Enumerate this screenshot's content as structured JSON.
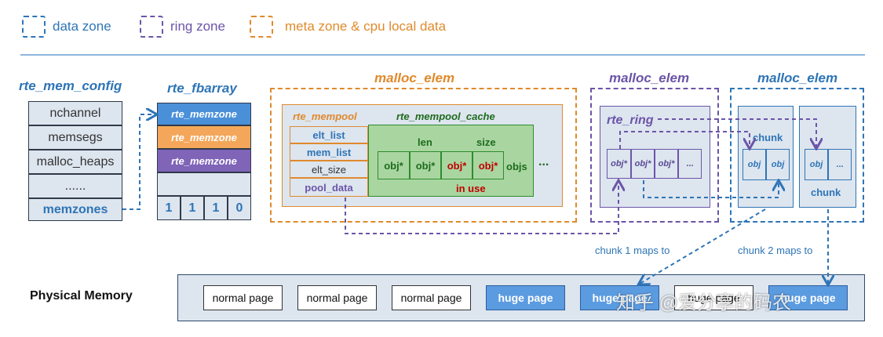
{
  "legend": [
    {
      "label": "data zone",
      "color": "#2e75b6"
    },
    {
      "label": "ring zone",
      "color": "#6b55a8"
    },
    {
      "label": "meta zone & cpu local data",
      "color": "#e08a2c"
    }
  ],
  "mem_config": {
    "title": "rte_mem_config",
    "items": [
      "nchannel",
      "memsegs",
      "malloc_heaps",
      "......",
      "memzones"
    ]
  },
  "fbarray": {
    "title": "rte_fbarray",
    "memzones": [
      "rte_memzone",
      "rte_memzone",
      "rte_memzone"
    ],
    "bits": [
      "1",
      "1",
      "1",
      "0"
    ]
  },
  "malloc1": {
    "title": "malloc_elem",
    "mempool_title": "rte_mempool",
    "mempool_fields": [
      "elt_list",
      "mem_list",
      "elt_size",
      "pool_data"
    ],
    "cache_title": "rte_mempool_cache",
    "len_label": "len",
    "size_label": "size",
    "objs": [
      "obj*",
      "obj*",
      "obj*",
      "obj*"
    ],
    "objs_label": "objs",
    "in_use": "in use",
    "ellipsis": "..."
  },
  "malloc2": {
    "title": "malloc_elem",
    "ring_title": "rte_ring",
    "ring_slots": [
      "obj*",
      "obj*",
      "obj*",
      "..."
    ]
  },
  "malloc3": {
    "title": "malloc_elem",
    "chunk1_label": "chunk",
    "chunk1_objs": [
      "obj",
      "obj"
    ],
    "chunk2_objs": [
      "obj",
      "..."
    ],
    "chunk2_label": "chunk"
  },
  "maps": {
    "chunk1": "chunk 1 maps to",
    "chunk2": "chunk 2 maps to"
  },
  "physical": {
    "title": "Physical Memory",
    "pages": [
      "normal page",
      "normal page",
      "normal page",
      "huge page",
      "huge page",
      "huge page",
      "huge page"
    ]
  },
  "watermark": "知乎 @爱分享的码农"
}
